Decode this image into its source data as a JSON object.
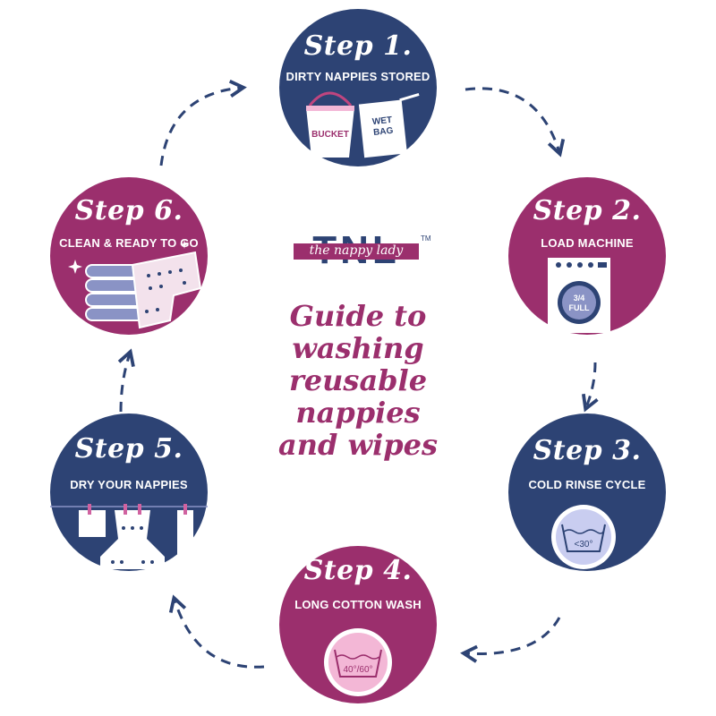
{
  "colors": {
    "navy": "#2d4374",
    "pink": "#9b2f6d",
    "light_pink": "#f3b7d6",
    "white": "#ffffff"
  },
  "logo": {
    "letters": "TNL",
    "name": "the nappy lady",
    "trademark": "TM"
  },
  "guide": {
    "lines": [
      "Guide to",
      "washing",
      "reusable",
      "nappies",
      "and wipes"
    ]
  },
  "steps": [
    {
      "title": "Step 1.",
      "subtitle": "DIRTY NAPPIES STORED",
      "labels": [
        "BUCKET",
        "WET",
        "BAG"
      ],
      "icons": [
        "bucket-icon",
        "wet-bag-icon"
      ]
    },
    {
      "title": "Step 2.",
      "subtitle": "LOAD MACHINE",
      "labels": [
        "3/4",
        "FULL"
      ],
      "icons": [
        "washing-machine-icon"
      ]
    },
    {
      "title": "Step 3.",
      "subtitle": "COLD RINSE CYCLE",
      "labels": [
        "<30°"
      ],
      "icons": [
        "wash-tub-icon"
      ]
    },
    {
      "title": "Step 4.",
      "subtitle": "LONG COTTON WASH",
      "labels": [
        "40°/60°"
      ],
      "icons": [
        "wash-tub-icon"
      ]
    },
    {
      "title": "Step 5.",
      "subtitle": "DRY YOUR NAPPIES",
      "labels": [],
      "icons": [
        "washing-line-icon"
      ]
    },
    {
      "title": "Step 6.",
      "subtitle": "CLEAN & READY TO GO",
      "labels": [],
      "icons": [
        "folded-nappies-icon"
      ]
    }
  ]
}
